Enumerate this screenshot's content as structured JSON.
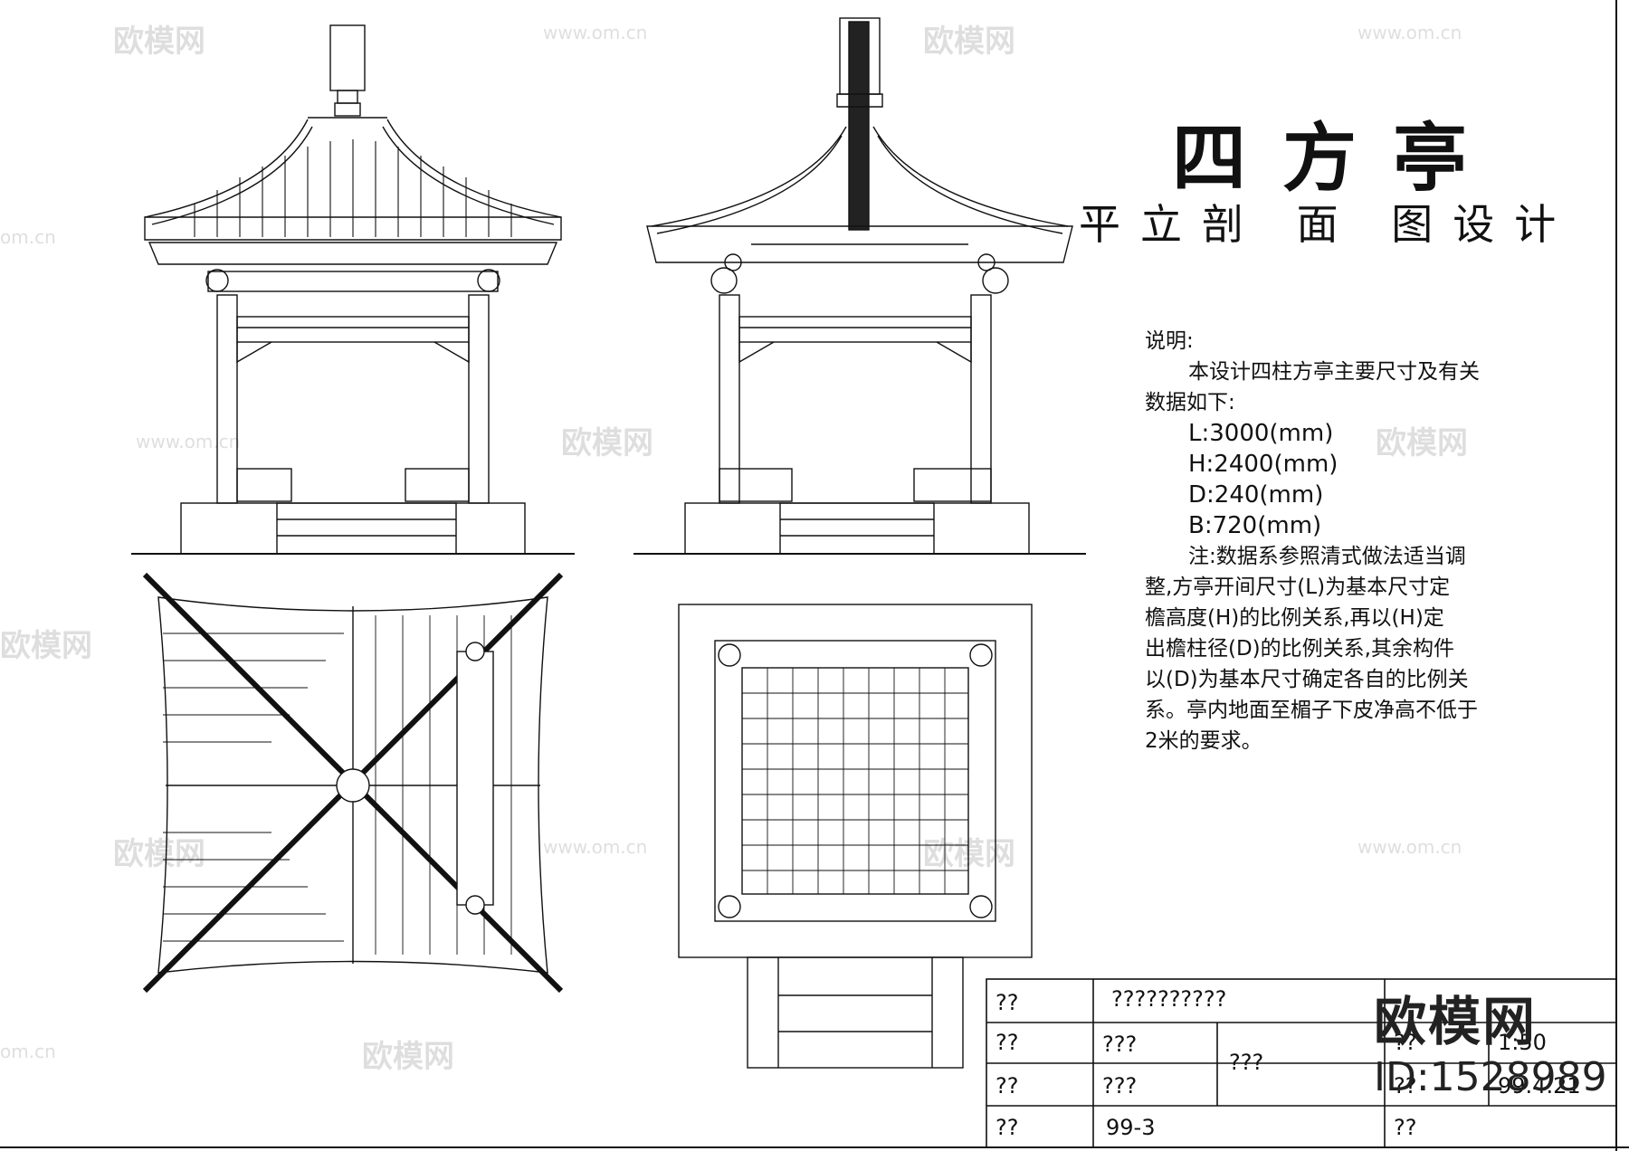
{
  "title": "四方亭",
  "subtitle": "平立剖 面 图设计",
  "notes": {
    "heading": "说明:",
    "intro_line1": "本设计四柱方亭主要尺寸及有关",
    "intro_line2": "数据如下:",
    "dims": [
      "L:3000(mm)",
      "H:2400(mm)",
      "D:240(mm)",
      "B:720(mm)"
    ],
    "remark": [
      "注:数据系参照清式做法适当调",
      "整,方亭开间尺寸(L)为基本尺寸定",
      "檐高度(H)的比例关系,再以(H)定",
      "出檐柱径(D)的比例关系,其余构件",
      "以(D)为基本尺寸确定各自的比例关",
      "系。亭内地面至楣子下皮净高不低于",
      "2米的要求。"
    ]
  },
  "title_block": {
    "r1c1": "??",
    "r1c2": "??????????",
    "r2c1": "??",
    "r2c2": "???",
    "r2c4": "??",
    "r2c5": "1:50",
    "r3c1": "??",
    "r3c2": "???",
    "r3c3": "???",
    "r3c4": "??",
    "r3c5": "99.4.21",
    "r4c1": "??",
    "r4c2": "99-3",
    "r4c4": "??"
  },
  "logo": {
    "brand": "欧模网",
    "id": "ID:1528989"
  },
  "watermark": {
    "brand": "欧模网",
    "url": "www.om.cn",
    "url_short": "om.cn"
  }
}
